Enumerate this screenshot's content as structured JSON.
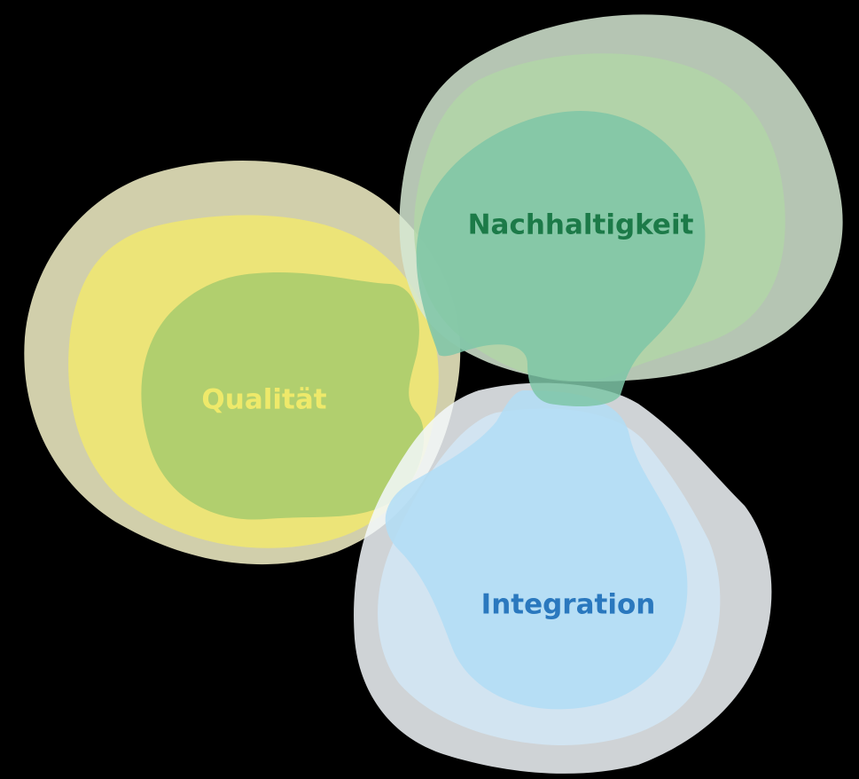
{
  "diagram": {
    "background_color": "#000000",
    "blobs": [
      {
        "id": "quality",
        "label": "Qualität",
        "label_color": "#EEE96A",
        "colors": {
          "outer": "#F6F3C9",
          "middle": "#F2E96B",
          "core": "#A7CB6C"
        }
      },
      {
        "id": "sustainability",
        "label": "Nachhaltigkeit",
        "label_color": "#1C7A48",
        "colors": {
          "outer": "#D5E8D2",
          "middle": "#B2D6A6",
          "core": "#7EC5A7"
        }
      },
      {
        "id": "integration",
        "label": "Integration",
        "label_color": "#2A78BE",
        "colors": {
          "outer": "#F3F8FC",
          "middle": "#D2E9F7",
          "core": "#B2DDF6"
        }
      }
    ]
  }
}
